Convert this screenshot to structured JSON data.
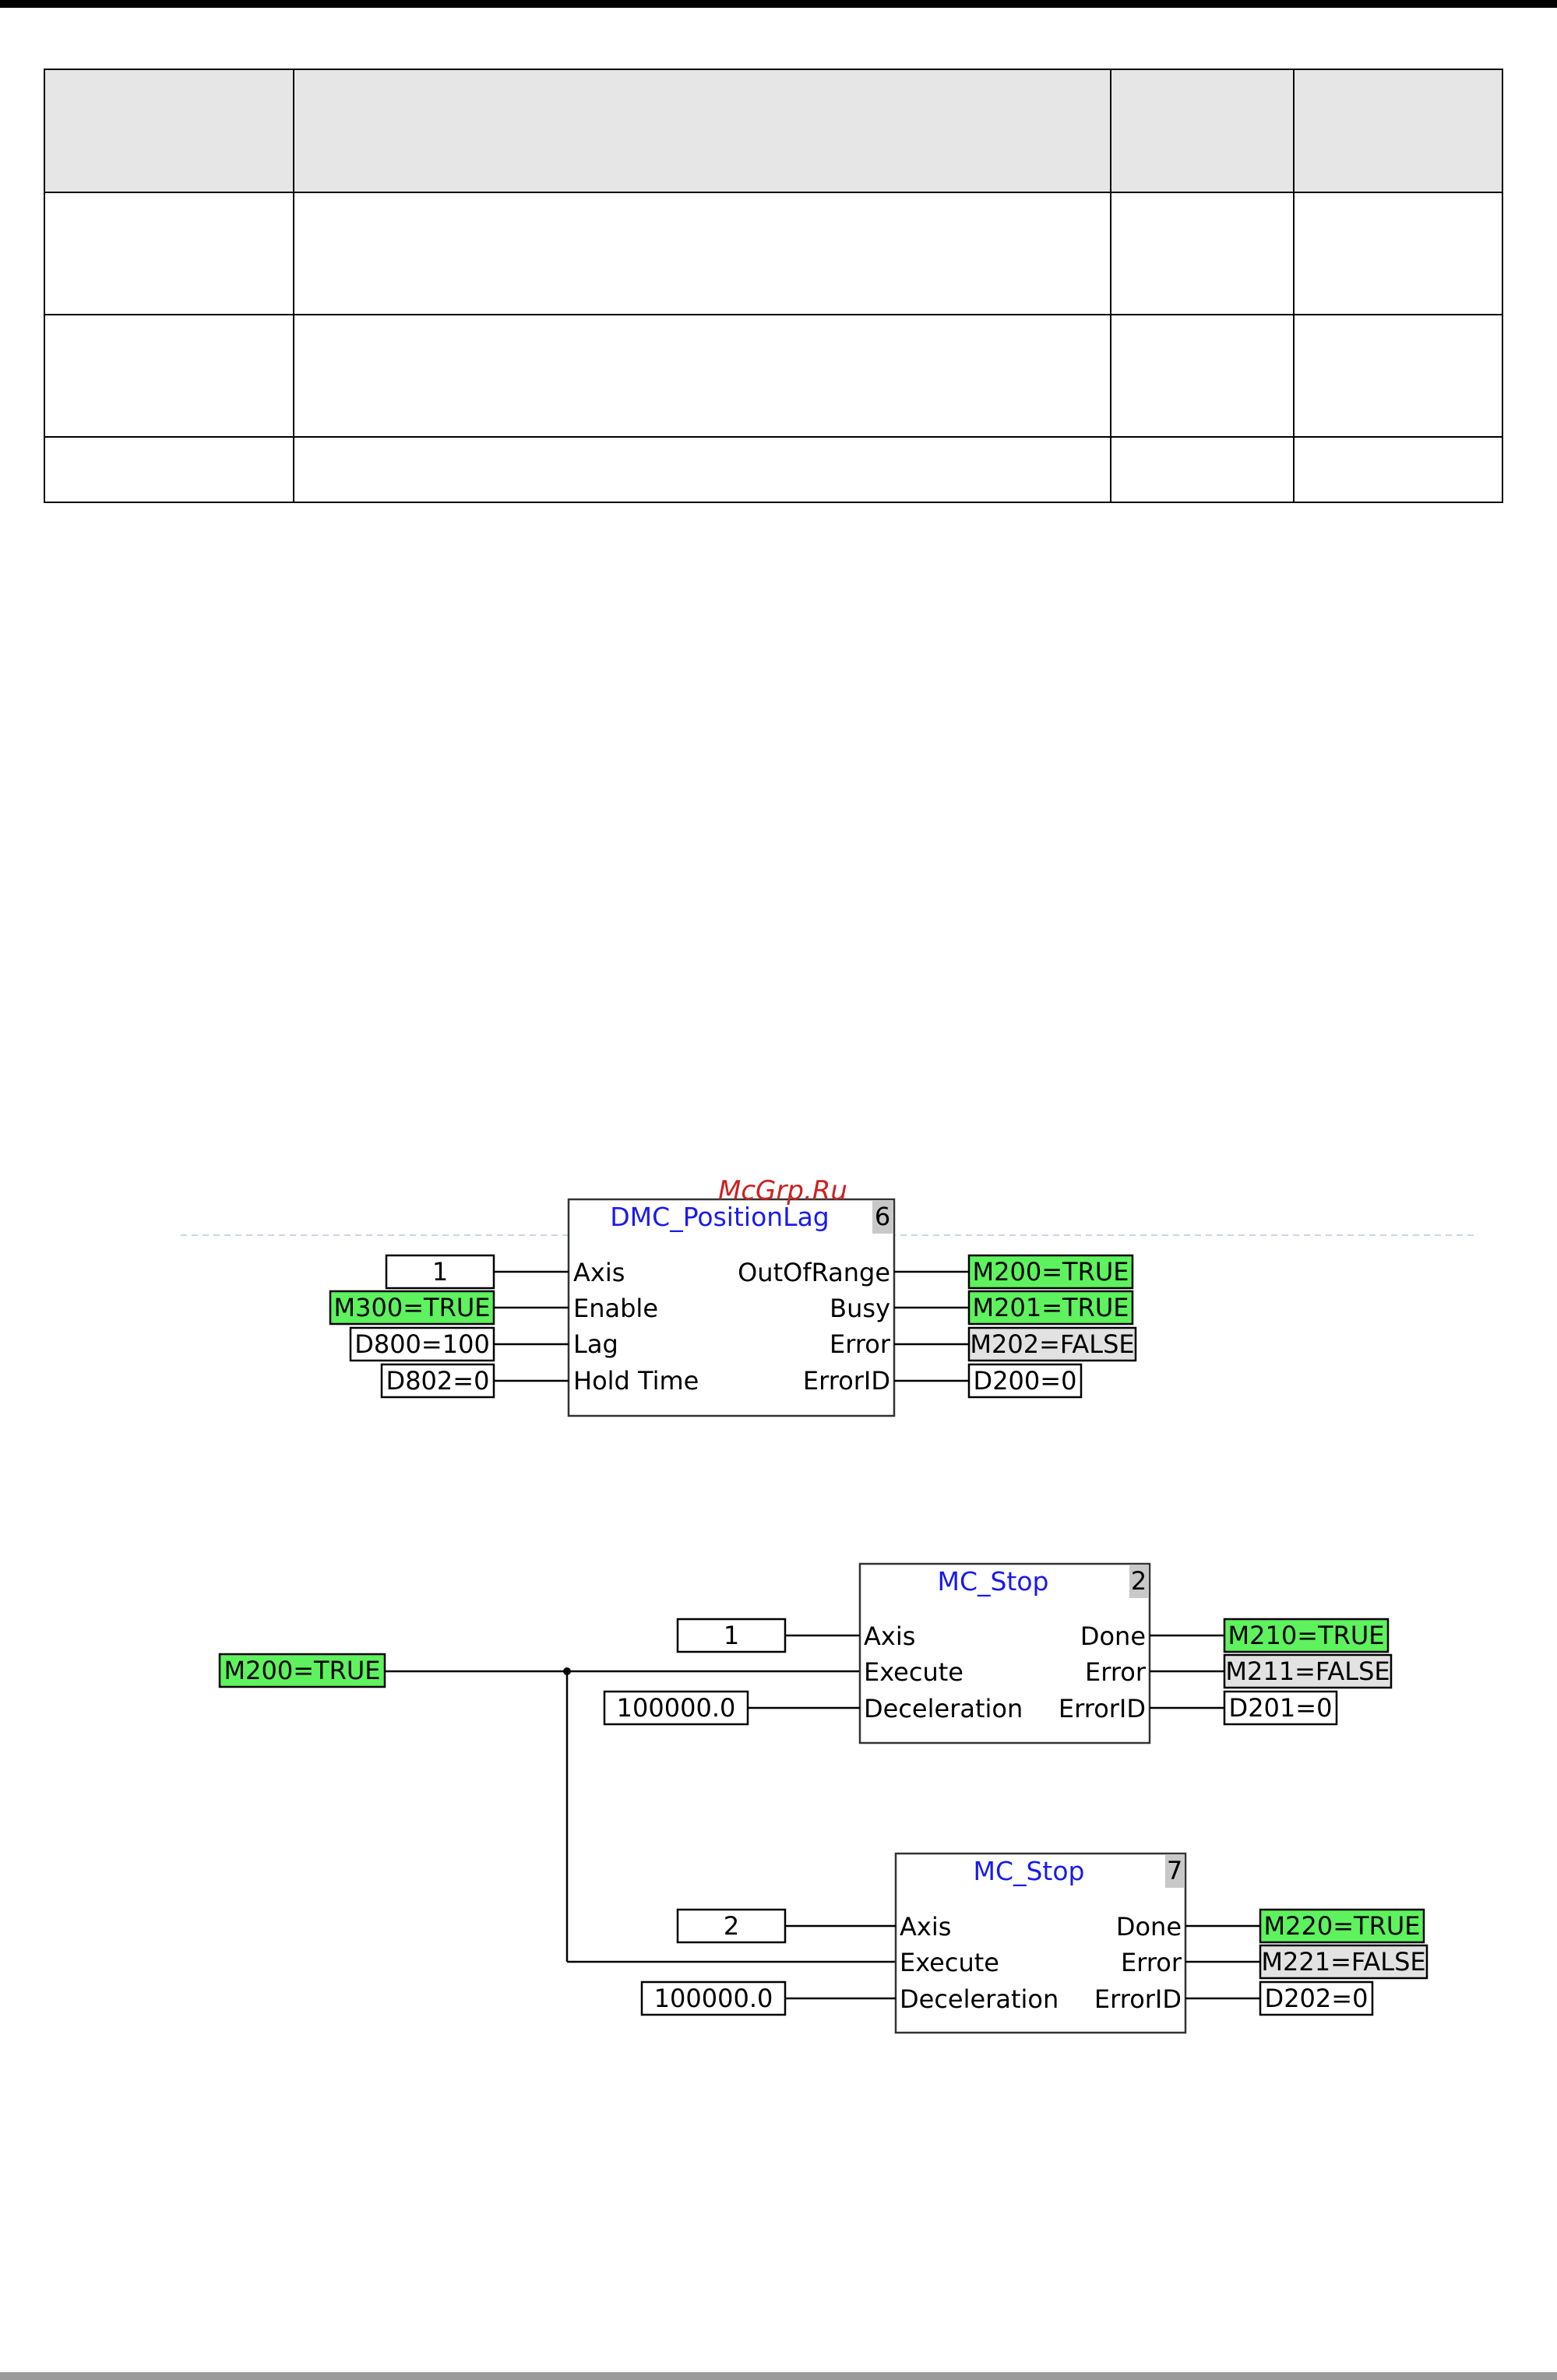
{
  "watermark": "McGrp.Ru",
  "table": {
    "header": [
      "",
      "",
      "",
      ""
    ],
    "rows": [
      [
        "",
        "",
        "",
        ""
      ],
      [
        "",
        "",
        "",
        ""
      ],
      [
        "",
        "",
        "",
        ""
      ]
    ]
  },
  "blocks": {
    "position_lag": {
      "title": "DMC_PositionLag",
      "number": "6",
      "inputs": [
        "Axis",
        "Enable",
        "Lag",
        "Hold Time"
      ],
      "outputs": [
        "OutOfRange",
        "Busy",
        "Error",
        "ErrorID"
      ],
      "input_values": [
        "1",
        "M300=TRUE",
        "D800=100",
        "D802=0"
      ],
      "output_values": [
        "M200=TRUE",
        "M201=TRUE",
        "M202=FALSE",
        "D200=0"
      ]
    },
    "stop1": {
      "title": "MC_Stop",
      "number": "2",
      "inputs": [
        "Axis",
        "Execute",
        "Deceleration"
      ],
      "outputs": [
        "Done",
        "Error",
        "ErrorID"
      ],
      "input_values": [
        "1",
        "100000.0"
      ],
      "output_values": [
        "M210=TRUE",
        "M211=FALSE",
        "D201=0"
      ]
    },
    "stop2": {
      "title": "MC_Stop",
      "number": "7",
      "inputs": [
        "Axis",
        "Execute",
        "Deceleration"
      ],
      "outputs": [
        "Done",
        "Error",
        "ErrorID"
      ],
      "input_values": [
        "2",
        "100000.0"
      ],
      "output_values": [
        "M220=TRUE",
        "M221=FALSE",
        "D202=0"
      ]
    }
  },
  "trigger": "M200=TRUE",
  "colors": {
    "true_fill": "#5ef25e",
    "false_fill": "#e2e2e2",
    "title_blue": "#1a1aee",
    "watermark_red": "#cc2222"
  }
}
